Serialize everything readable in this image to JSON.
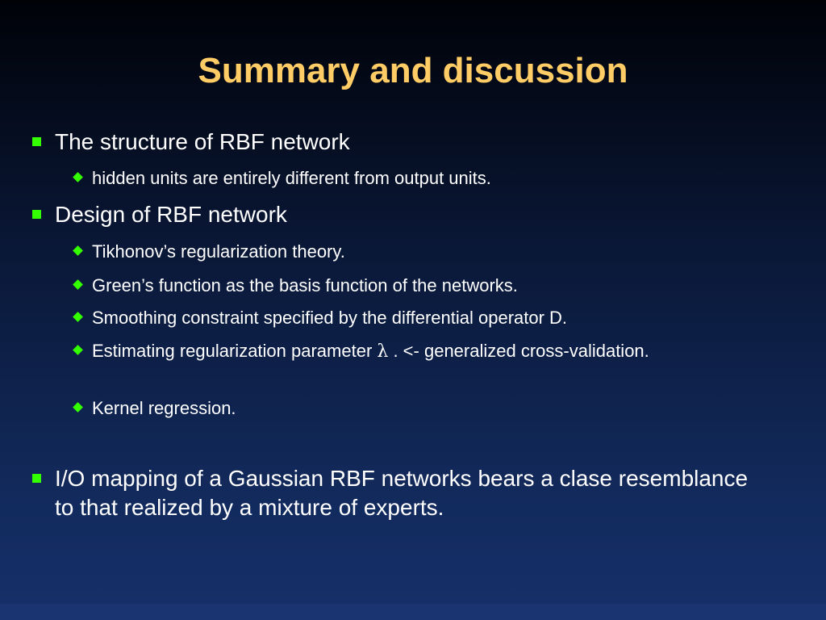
{
  "slide": {
    "title": "Summary and discussion",
    "items": [
      {
        "text": "The structure of RBF network",
        "subitems": [
          {
            "text": "hidden units are entirely different from output units."
          }
        ]
      },
      {
        "text": "Design of RBF network",
        "subitems": [
          {
            "text": "Tikhonov’s regularization theory."
          },
          {
            "text": "Green’s function as the basis function of the networks."
          },
          {
            "text": "Smoothing constraint specified by the differential operator D."
          },
          {
            "text_before": "Estimating regularization parameter ",
            "symbol": "λ",
            "text_after": " . <- generalized cross-validation."
          },
          {
            "text": "Kernel regression."
          }
        ]
      },
      {
        "text": "I/O mapping of a Gaussian RBF networks bears a clase resemblance to that realized by a mixture of experts."
      }
    ]
  },
  "colors": {
    "title": "#ffcc66",
    "bullet": "#33ff00",
    "body_text": "#ffffff",
    "background_top": "#000208",
    "background_bottom": "#16306a"
  }
}
